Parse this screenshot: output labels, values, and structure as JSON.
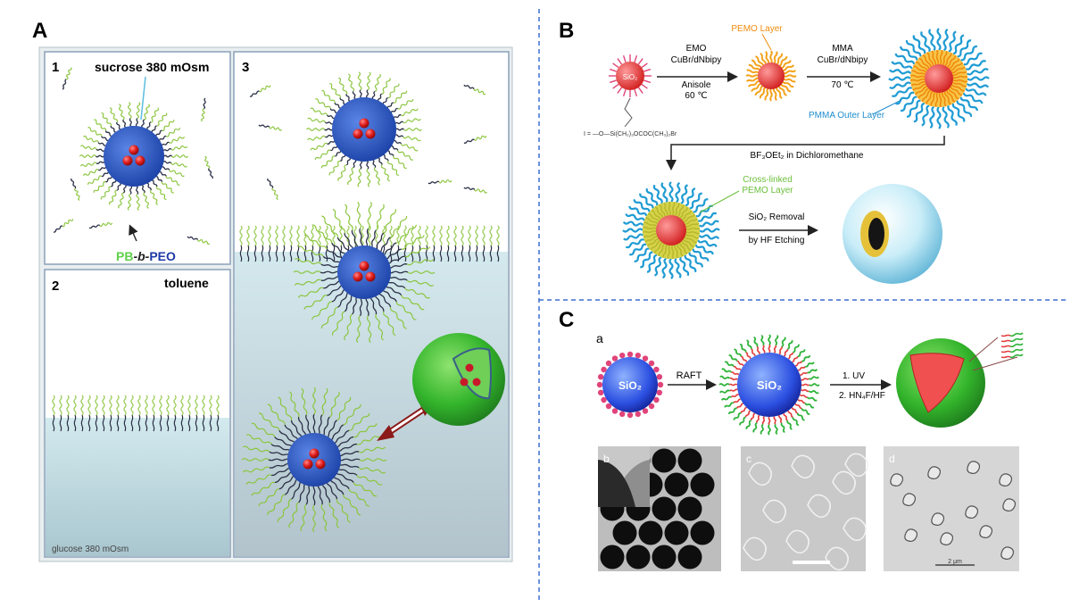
{
  "panel_a": {
    "label": "A",
    "sub1": "1",
    "sub2": "2",
    "sub3": "3",
    "sucrose": "sucrose 380 mOsm",
    "pb": "PB",
    "b": "-b-",
    "peo": "PEO",
    "toluene": "toluene",
    "glucose": "glucose 380 mOsm"
  },
  "panel_b": {
    "label": "B",
    "core_label": "SiO₂",
    "pemo_layer": "PEMO Layer",
    "step1_line1": "EMO",
    "step1_line2": "CuBr/dNbipy",
    "step1_line3": "Anisole",
    "step1_line4": "60 ℃",
    "step2_line1": "MMA",
    "step2_line2": "CuBr/dNbipy",
    "step2_line3": "70 ℃",
    "pmma_outer": "PMMA Outer Layer",
    "initiator": "I = —O—Si(CH₂)₃OCOC(CH₃)₂Br",
    "bf3": "BF₃OEt₂ in Dichloromethane",
    "crosslinked_line1": "Cross-linked",
    "crosslinked_line2": "PEMO Layer",
    "removal_line1": "SiO₂ Removal",
    "removal_line2": "by HF Etching"
  },
  "panel_c": {
    "label": "C",
    "sub_a": "a",
    "core_label": "SiO₂",
    "raft": "RAFT",
    "step_uv": "1. UV",
    "step_etch": "2. HN₄F/HF",
    "img_b": "b",
    "img_c": "c",
    "img_d": "d",
    "scale_d": "2 μm"
  },
  "colors": {
    "blue_core": "#2d5ac8",
    "red_particle": "#c8192a",
    "water": "#c7e3e8",
    "pemo_orange": "#f3a21a",
    "pmma_blue": "#1f9bd3",
    "green_shell": "#2fb33a",
    "divider": "#3a6fd0"
  }
}
